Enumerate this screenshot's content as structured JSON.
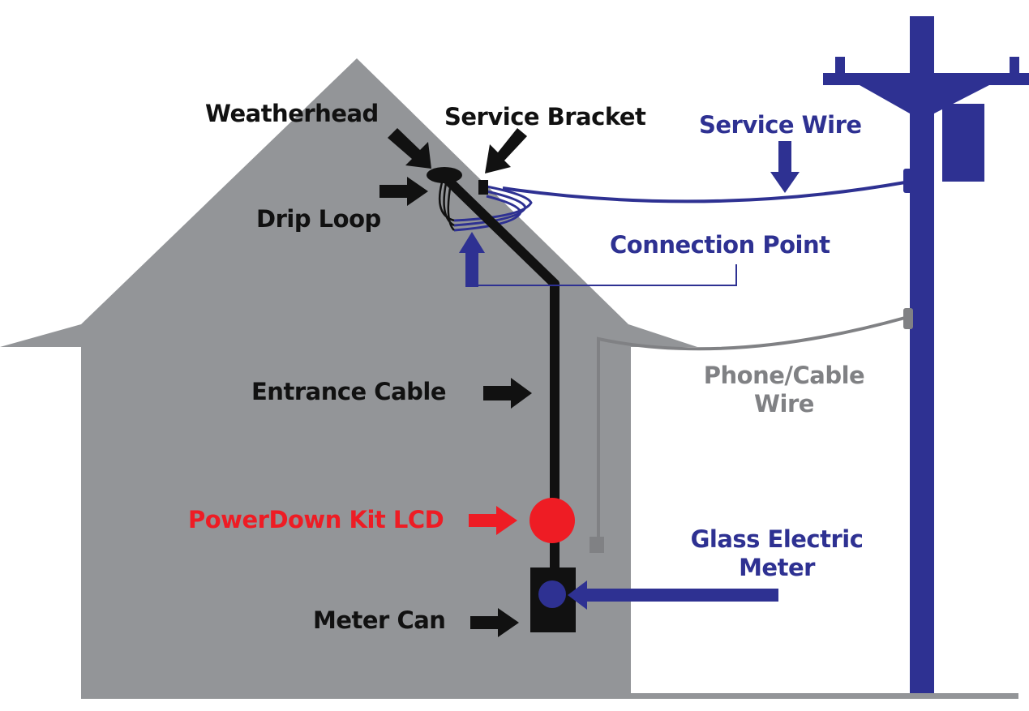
{
  "labels": {
    "weatherhead": "Weatherhead",
    "service_bracket": "Service Bracket",
    "service_wire": "Service Wire",
    "drip_loop": "Drip Loop",
    "connection_point": "Connection Point",
    "entrance_cable": "Entrance Cable",
    "phone_cable_wire_line1": "Phone/Cable",
    "phone_cable_wire_line2": "Wire",
    "powerdown_kit": "PowerDown Kit LCD",
    "glass_meter_line1": "Glass Electric",
    "glass_meter_line2": "Meter",
    "meter_can": "Meter Can"
  },
  "colors": {
    "house": "#939598",
    "navy": "#2e3192",
    "black": "#111111",
    "gray_wire": "#808184",
    "red": "#ee1c24"
  }
}
